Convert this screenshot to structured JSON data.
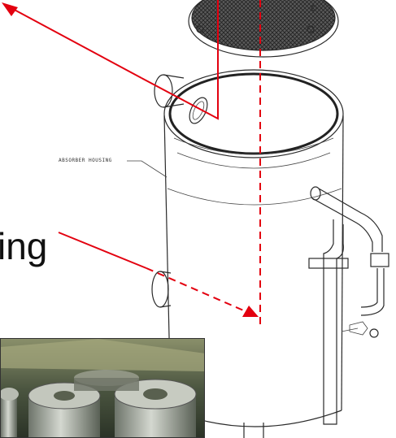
{
  "labels": {
    "absorber_housing": "ABSORBER HOUSING",
    "partial_word": "ing"
  },
  "colors": {
    "arrow": "#e3000f",
    "drawing_line": "#2a2a2a",
    "background": "#ffffff",
    "lid_mesh": "#4a4a4a"
  },
  "icons": {
    "photo": "absorber-modules-photo"
  }
}
